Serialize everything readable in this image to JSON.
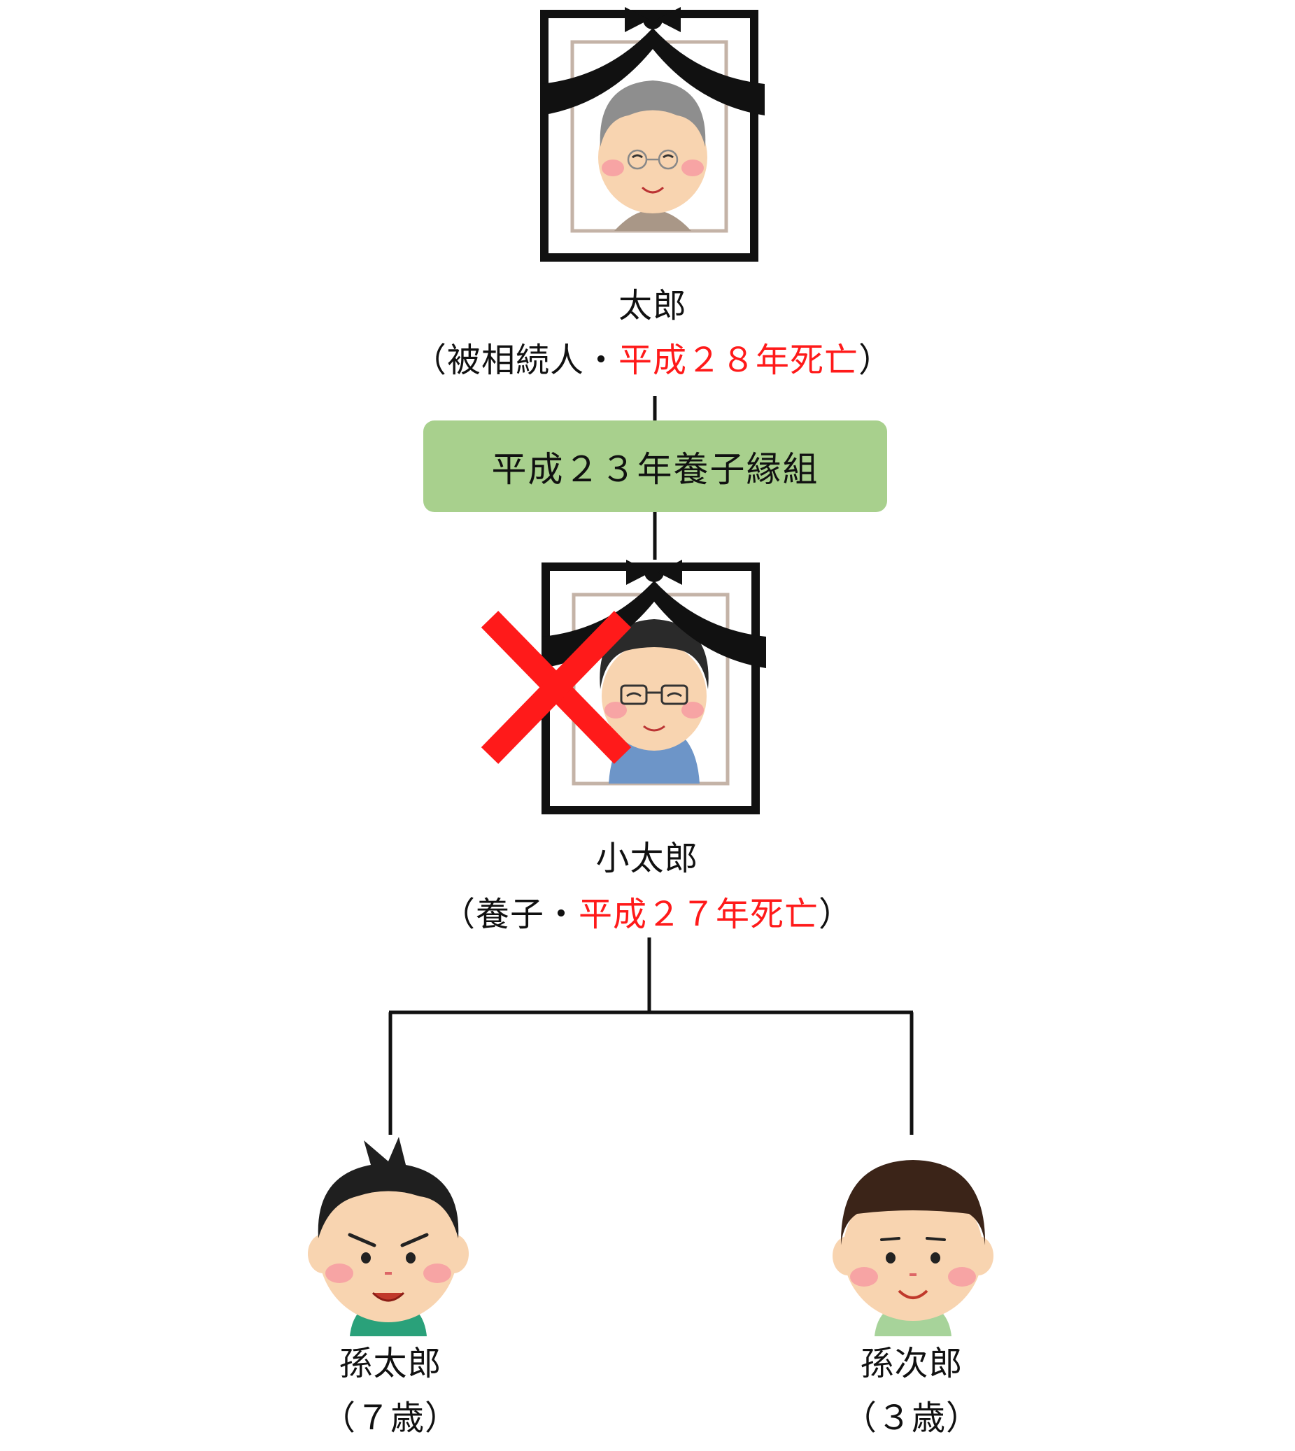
{
  "taro": {
    "name": "太郎",
    "open": "（",
    "role": "被相続人・",
    "death": "平成２８年死亡",
    "close": "）"
  },
  "adoption_badge": "平成２３年養子縁組",
  "kotaro": {
    "name": "小太郎",
    "open": "（",
    "role": "養子・",
    "death": "平成２７年死亡",
    "close": "）"
  },
  "grandson1": {
    "name": "孫太郎",
    "age": "（７歳）"
  },
  "grandson2": {
    "name": "孫次郎",
    "age": "（３歳）"
  },
  "colors": {
    "death_text": "#ff1a1a",
    "badge_bg": "#a8d08d",
    "cross": "#ff1a1a",
    "line": "#111111"
  },
  "icons": [
    "memorial-portrait-elderly-man-icon",
    "memorial-portrait-man-glasses-icon",
    "red-cross-icon",
    "boy-spiky-hair-icon",
    "boy-bowl-cut-icon"
  ]
}
